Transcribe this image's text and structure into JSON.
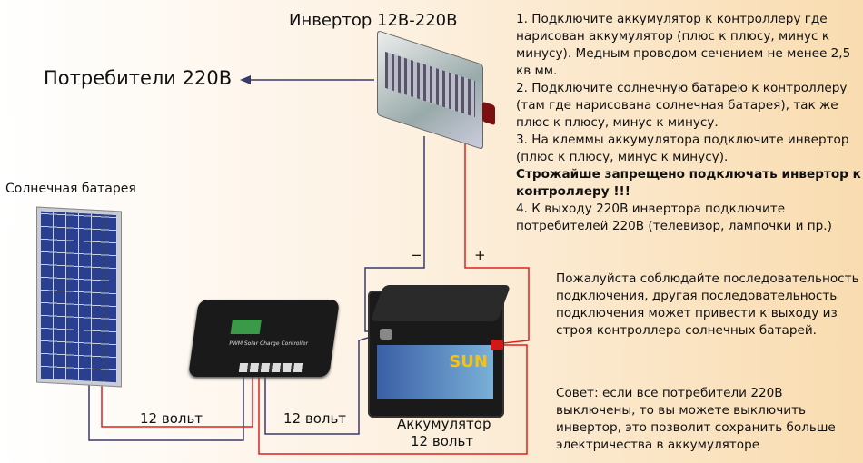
{
  "labels": {
    "inverter": "Инвертор 12В-220В",
    "consumers": "Потребители 220В",
    "solar_panel": "Солнечная батарея",
    "wire_panel": "12 вольт",
    "wire_controller": "12 вольт",
    "battery_line1": "Аккумулятор",
    "battery_line2": "12 вольт",
    "minus": "−",
    "plus": "+",
    "battery_brand": "SUN"
  },
  "instructions": [
    {
      "text": "1. Подключите аккумулятор к контроллеру где нарисован аккумулятор (плюс к плюсу, минус к минусу). Медным проводом сечением не менее 2,5 кв мм.",
      "bold": false
    },
    {
      "text": "2. Подключите солнечную батарею к контроллеру (там где нарисована солнечная батарея), так же плюс к плюсу, минус к минусу.",
      "bold": false
    },
    {
      "text": "3. На клеммы аккумулятора подключите инвертор (плюс к плюсу, минус к минусу).",
      "bold": false
    },
    {
      "text": "Строжайше запрещено подключать инвертор к контроллеру !!!",
      "bold": true
    },
    {
      "text": "4. К выходу 220В инвертора подключите потребителей 220В (телевизор, лампочки и пр.)",
      "bold": false
    }
  ],
  "notes": {
    "sequence": "Пожалуйста соблюдайте последовательность подключения, другая последовательность подключения может привести к выходу из строя контроллера солнечных батарей.",
    "tip": "Совет: если все потребители 220В выключены, то вы можете выключить инвертор, это позволит сохранить больше электричества в аккумуляторе"
  },
  "controller": {
    "caption": "PWM Solar Charge Controller"
  },
  "colors": {
    "wire_positive": "#e02020",
    "wire_negative": "#3a3a6a"
  }
}
